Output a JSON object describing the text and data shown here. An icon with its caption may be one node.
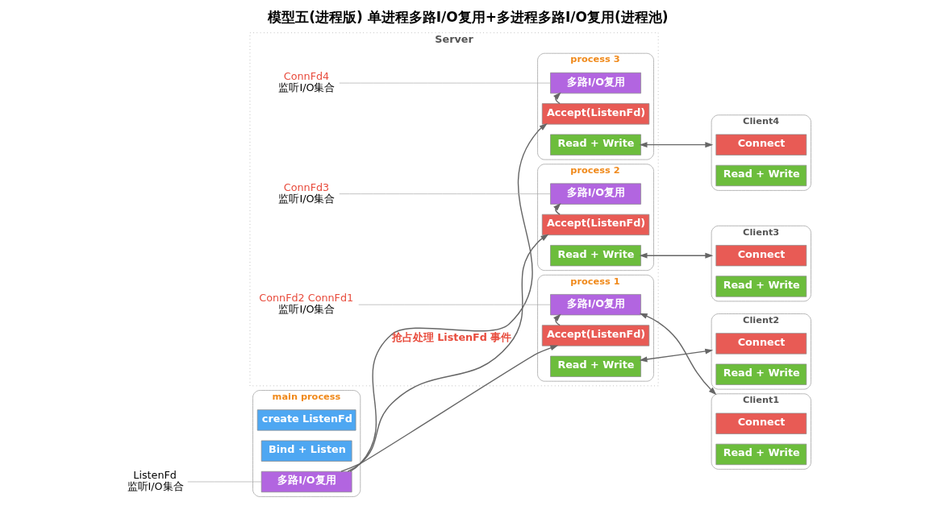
{
  "diagram": {
    "title": "模型五(进程版) 单进程多路I/O复用+多进程多路I/O复用(进程池)",
    "nodes": [
      {
        "text": [
          "main process"
        ]
      },
      {
        "text": [
          "create ListenFd"
        ],
        "in": 0
      },
      {
        "text": [
          "Bind + Listen"
        ],
        "in": 0
      },
      {
        "text": [
          "多路I/O复用"
        ],
        "in": 0
      },
      {
        "text": [
          "ListenFd",
          "监听I/O集合"
        ]
      },
      {
        "text": [
          "Server"
        ]
      },
      {
        "text": [
          "process 1"
        ],
        "in": 5
      },
      {
        "text": [
          "多路I/O复用"
        ],
        "in": 6
      },
      {
        "text": [
          "Accept(ListenFd)"
        ],
        "in": 6
      },
      {
        "text": [
          "Read + Write"
        ],
        "in": 6
      },
      {
        "text": [
          "ConnFd2 ConnFd1",
          "监听I/O集合"
        ],
        "in": 5
      },
      {
        "text": [
          "process 2"
        ],
        "in": 5
      },
      {
        "text": [
          "多路I/O复用"
        ],
        "in": 11
      },
      {
        "text": [
          "Accept(ListenFd)"
        ],
        "in": 11
      },
      {
        "text": [
          "Read + Write"
        ],
        "in": 11
      },
      {
        "text": [
          "ConnFd3",
          "监听I/O集合"
        ],
        "in": 5
      },
      {
        "text": [
          "process 3"
        ],
        "in": 5
      },
      {
        "text": [
          "多路I/O复用"
        ],
        "in": 16
      },
      {
        "text": [
          "Accept(ListenFd)"
        ],
        "in": 16
      },
      {
        "text": [
          "Read + Write"
        ],
        "in": 16
      },
      {
        "text": [
          "ConnFd4",
          "监听I/O集合"
        ],
        "in": 5
      },
      {
        "text": [
          "Client1"
        ]
      },
      {
        "text": [
          "Connect"
        ],
        "in": 21
      },
      {
        "text": [
          "Read + Write"
        ],
        "in": 21
      },
      {
        "text": [
          "Client2"
        ]
      },
      {
        "text": [
          "Connect"
        ],
        "in": 24
      },
      {
        "text": [
          "Read + Write"
        ],
        "in": 24
      },
      {
        "text": [
          "Client3"
        ]
      },
      {
        "text": [
          "Connect"
        ],
        "in": 27
      },
      {
        "text": [
          "Read + Write"
        ],
        "in": 27
      },
      {
        "text": [
          "Client4"
        ]
      },
      {
        "text": [
          "Connect"
        ],
        "in": 30
      },
      {
        "text": [
          "Read + Write"
        ],
        "in": 30
      }
    ],
    "edges": [
      {
        "from": 4,
        "to": 3,
        "arrow": "none",
        "color": "#aaaaaa"
      },
      {
        "from": 3,
        "to": 8,
        "arrow": "to"
      },
      {
        "from": 3,
        "to": 13,
        "arrow": "to",
        "label": "抢占处理 ListenFd 事件"
      },
      {
        "from": 3,
        "to": 18,
        "arrow": "to"
      },
      {
        "from": 8,
        "to": 7,
        "arrow": "to"
      },
      {
        "from": 10,
        "to": 7,
        "arrow": "none",
        "color": "#aaaaaa"
      },
      {
        "from": 13,
        "to": 12,
        "arrow": "to"
      },
      {
        "from": 15,
        "to": 12,
        "arrow": "none",
        "color": "#aaaaaa"
      },
      {
        "from": 18,
        "to": 17,
        "arrow": "to"
      },
      {
        "from": 20,
        "to": 17,
        "arrow": "none",
        "color": "#aaaaaa"
      },
      {
        "from": 7,
        "to": 21,
        "arrow": "both"
      },
      {
        "from": 9,
        "to": 24,
        "arrow": "both"
      },
      {
        "from": 14,
        "to": 27,
        "arrow": "both"
      },
      {
        "from": 19,
        "to": 30,
        "arrow": "both"
      }
    ]
  }
}
